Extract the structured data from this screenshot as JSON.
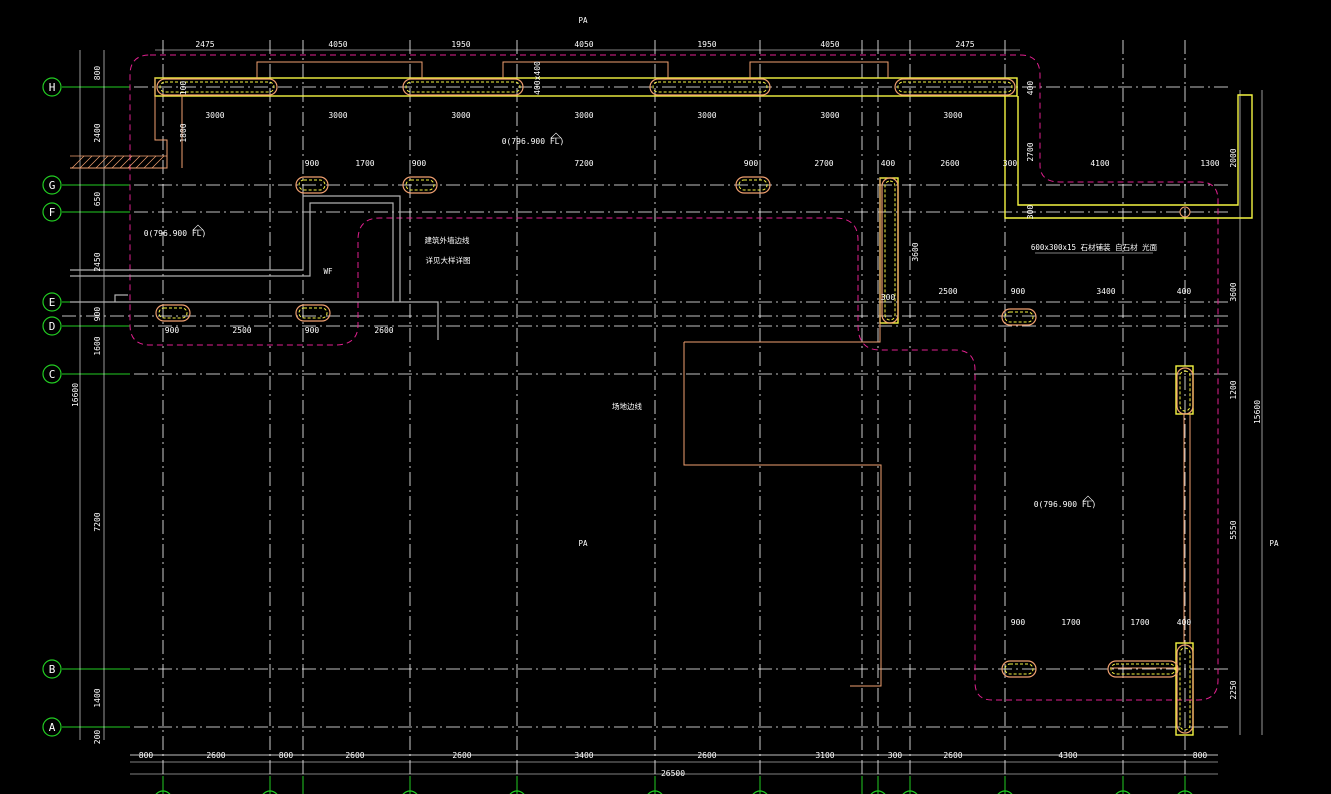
{
  "drawing": {
    "marks": {
      "top": "PA",
      "center": "PA",
      "right": "PA"
    },
    "axes_rows": [
      "H",
      "G",
      "F",
      "E",
      "D",
      "C",
      "B",
      "A"
    ],
    "top_dims": [
      "2475",
      "4050",
      "1950",
      "4050",
      "1950",
      "4050",
      "2475"
    ],
    "row_h_dims": [
      "3000",
      "3000",
      "3000",
      "3000",
      "3000",
      "3000",
      "3000"
    ],
    "row_g_dims_left": [
      "900",
      "1700",
      "900",
      "7200",
      "900",
      "2700",
      "400",
      "2600",
      "300"
    ],
    "row_g_dims_right": [
      "4100",
      "1300"
    ],
    "row_d_dims_left": [
      "900",
      "2500",
      "900",
      "2600"
    ],
    "row_d_dims_right": [
      "2500",
      "900",
      "3400",
      "400"
    ],
    "row_b_dims": [
      "900",
      "1700",
      "1700",
      "400"
    ],
    "bottom_dims": [
      "800",
      "2600",
      "800",
      "2600",
      "2600",
      "3400",
      "2600",
      "3100",
      "300",
      "2600",
      "4300",
      "800"
    ],
    "total_width": "26500",
    "left_dims": [
      "800",
      "2400",
      "650",
      "2450",
      "900",
      "1600",
      "7200",
      "1400",
      "200"
    ],
    "left_total": "16600",
    "right_dims": [
      "2000",
      "3600",
      "1200",
      "5550",
      "2250"
    ],
    "right_total": "15600",
    "inner_dims": {
      "h1": "100",
      "h2": "1800",
      "h3": "400",
      "h4": "400x400",
      "h5": "2700",
      "h6": "300",
      "h7": "3600",
      "h8": "300"
    },
    "elevations": [
      "0(796.900 FL)",
      "0(796.900 FL)",
      "0(796.900 FL)"
    ],
    "notes": {
      "stone": "600x300x15 石材铺装 自石材 光面",
      "n1": "建筑外墙边线",
      "n2": "详见大样详图",
      "n3": "场地边线",
      "wf": "WF"
    }
  }
}
